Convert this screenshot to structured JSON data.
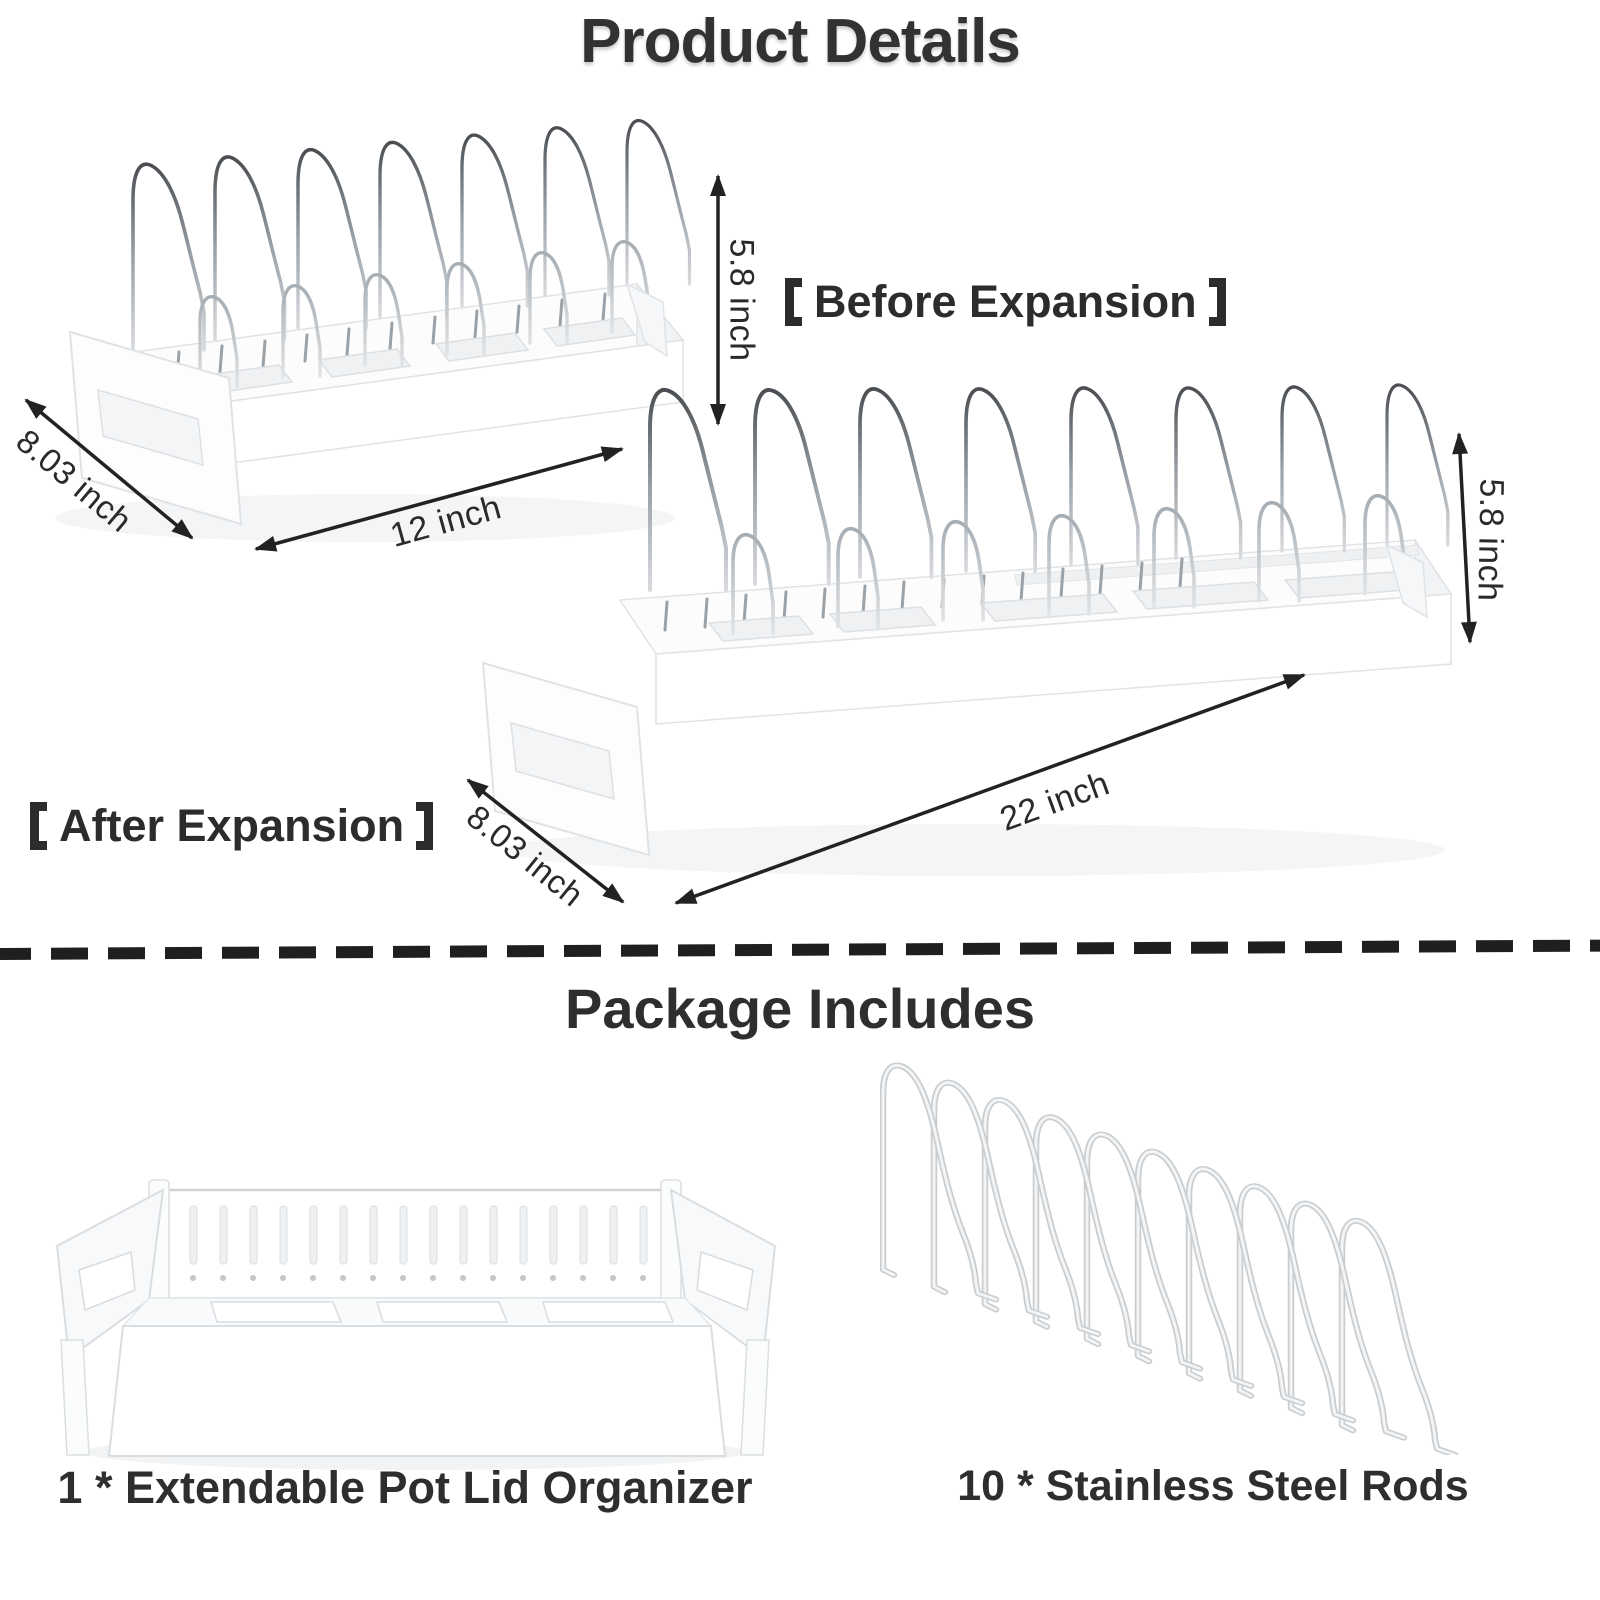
{
  "page": {
    "title": "Product Details",
    "package_title": "Package Includes"
  },
  "product_views": {
    "before": {
      "label_full": "【Before Expansion】",
      "label": "Before Expansion",
      "height": "5.8 inch",
      "depth": "8.03 inch",
      "width": "12 inch"
    },
    "after": {
      "label_full": "【After Expansion】",
      "label": "After Expansion",
      "height": "5.8 inch",
      "depth": "8.03 inch",
      "width": "22 inch"
    }
  },
  "package": {
    "items": [
      {
        "quantity": "1",
        "name": "Extendable Pot Lid Organizer",
        "label": "1 * Extendable Pot Lid Organizer"
      },
      {
        "quantity": "10",
        "name": "Stainless Steel Rods",
        "label": "10 * Stainless Steel Rods"
      }
    ]
  },
  "style": {
    "background": "#ffffff",
    "text_color": "#2b2b2b",
    "arrow_color": "#222222",
    "wire_dark": "#4a4e52",
    "wire_light": "#d8dbde",
    "tray_stroke": "#e0e3e6"
  }
}
